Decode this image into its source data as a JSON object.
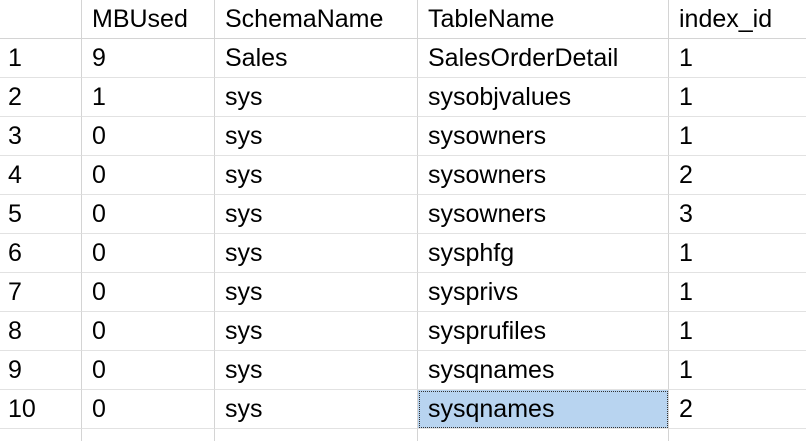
{
  "grid": {
    "columns": [
      "",
      "MBUsed",
      "SchemaName",
      "TableName",
      "index_id"
    ],
    "rows": [
      {
        "num": "1",
        "mbused": "9",
        "schema": "Sales",
        "table": "SalesOrderDetail",
        "index_id": "1"
      },
      {
        "num": "2",
        "mbused": "1",
        "schema": "sys",
        "table": "sysobjvalues",
        "index_id": "1"
      },
      {
        "num": "3",
        "mbused": "0",
        "schema": "sys",
        "table": "sysowners",
        "index_id": "1"
      },
      {
        "num": "4",
        "mbused": "0",
        "schema": "sys",
        "table": "sysowners",
        "index_id": "2"
      },
      {
        "num": "5",
        "mbused": "0",
        "schema": "sys",
        "table": "sysowners",
        "index_id": "3"
      },
      {
        "num": "6",
        "mbused": "0",
        "schema": "sys",
        "table": "sysphfg",
        "index_id": "1"
      },
      {
        "num": "7",
        "mbused": "0",
        "schema": "sys",
        "table": "sysprivs",
        "index_id": "1"
      },
      {
        "num": "8",
        "mbused": "0",
        "schema": "sys",
        "table": "sysprufiles",
        "index_id": "1"
      },
      {
        "num": "9",
        "mbused": "0",
        "schema": "sys",
        "table": "sysqnames",
        "index_id": "1"
      },
      {
        "num": "10",
        "mbused": "0",
        "schema": "sys",
        "table": "sysqnames",
        "index_id": "2"
      }
    ],
    "selected_cell": {
      "row": 10,
      "column": "TableName"
    }
  }
}
